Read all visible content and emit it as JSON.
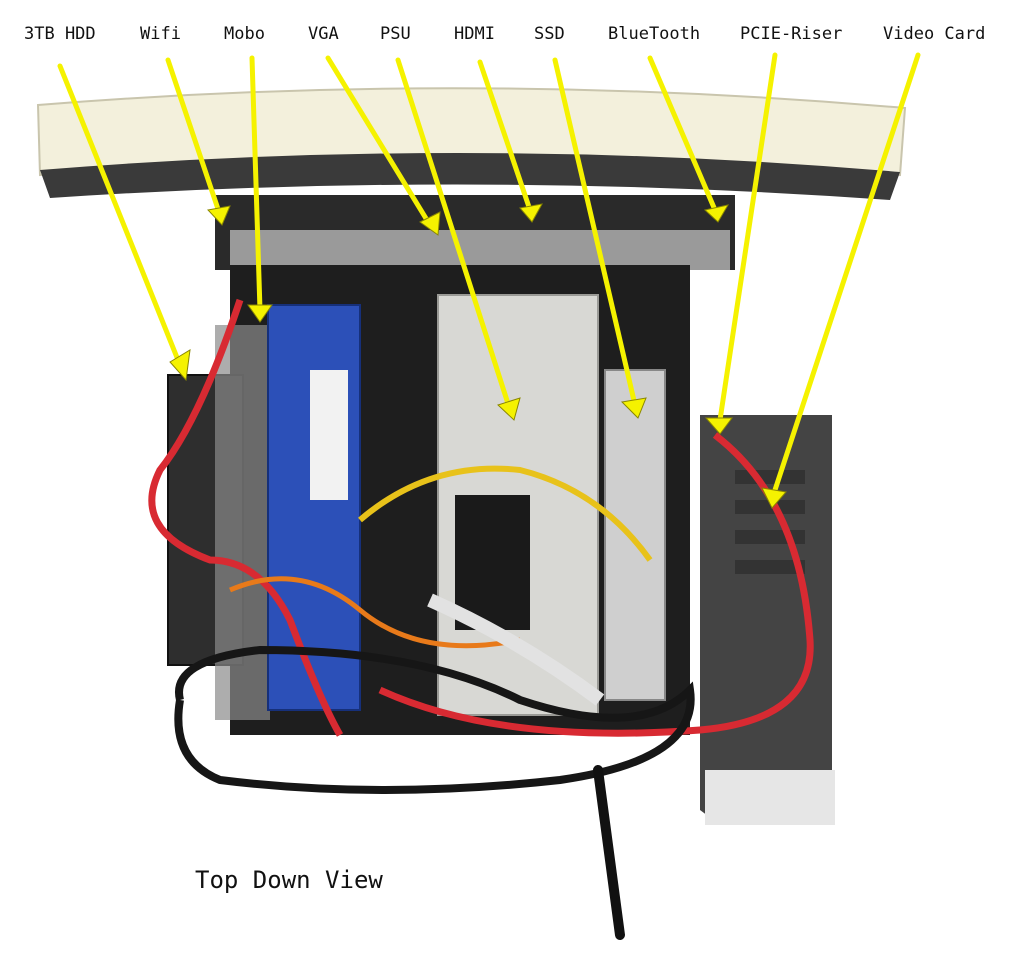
{
  "labels": [
    "3TB HDD",
    "Wifi",
    "Mobo",
    "VGA",
    "PSU",
    "HDMI",
    "SSD",
    "BlueTooth",
    "PCIE-Riser",
    "Video Card"
  ],
  "caption": "Top Down View",
  "colors": {
    "arrow": "#f5f200",
    "arrow_outline": "#8a8700",
    "housing": "#f3f0dc",
    "dark_frame": "#2d2d2d",
    "psu": "#d8d8d4",
    "ram": "#2c50b8",
    "red_cable": "#d82a32",
    "video_case": "#444444"
  }
}
